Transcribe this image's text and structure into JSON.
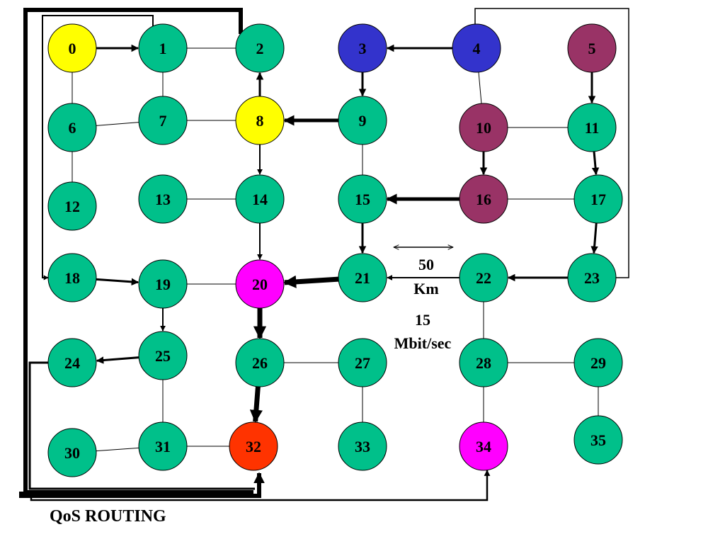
{
  "caption": "QoS ROUTING",
  "scale": {
    "distance": "50",
    "distance_unit": "Km",
    "bandwidth": "15",
    "bandwidth_unit": "Mbit/sec"
  },
  "colors": {
    "default": "#00c08a",
    "yellow": "#ffff00",
    "blue": "#3333cc",
    "purple": "#993366",
    "magenta": "#ff00ff",
    "red": "#ff3300"
  },
  "nodes": [
    {
      "id": "0",
      "color": "yellow"
    },
    {
      "id": "1",
      "color": "default"
    },
    {
      "id": "2",
      "color": "default"
    },
    {
      "id": "3",
      "color": "blue"
    },
    {
      "id": "4",
      "color": "blue"
    },
    {
      "id": "5",
      "color": "purple"
    },
    {
      "id": "6",
      "color": "default"
    },
    {
      "id": "7",
      "color": "default"
    },
    {
      "id": "8",
      "color": "yellow"
    },
    {
      "id": "9",
      "color": "default"
    },
    {
      "id": "10",
      "color": "purple"
    },
    {
      "id": "11",
      "color": "default"
    },
    {
      "id": "12",
      "color": "default"
    },
    {
      "id": "13",
      "color": "default"
    },
    {
      "id": "14",
      "color": "default"
    },
    {
      "id": "15",
      "color": "default"
    },
    {
      "id": "16",
      "color": "purple"
    },
    {
      "id": "17",
      "color": "default"
    },
    {
      "id": "18",
      "color": "default"
    },
    {
      "id": "19",
      "color": "default"
    },
    {
      "id": "20",
      "color": "magenta"
    },
    {
      "id": "21",
      "color": "default"
    },
    {
      "id": "22",
      "color": "default"
    },
    {
      "id": "23",
      "color": "default"
    },
    {
      "id": "24",
      "color": "default"
    },
    {
      "id": "25",
      "color": "default"
    },
    {
      "id": "26",
      "color": "default"
    },
    {
      "id": "27",
      "color": "default"
    },
    {
      "id": "28",
      "color": "default"
    },
    {
      "id": "29",
      "color": "default"
    },
    {
      "id": "30",
      "color": "default"
    },
    {
      "id": "31",
      "color": "default"
    },
    {
      "id": "32",
      "color": "red"
    },
    {
      "id": "33",
      "color": "default"
    },
    {
      "id": "34",
      "color": "magenta"
    },
    {
      "id": "35",
      "color": "default"
    }
  ],
  "links": [
    [
      "1",
      "2"
    ],
    [
      "0",
      "6"
    ],
    [
      "1",
      "7"
    ],
    [
      "6",
      "7"
    ],
    [
      "7",
      "8"
    ],
    [
      "6",
      "12"
    ],
    [
      "4",
      "10"
    ],
    [
      "10",
      "11"
    ],
    [
      "9",
      "15"
    ],
    [
      "13",
      "14"
    ],
    [
      "16",
      "17"
    ],
    [
      "19",
      "20"
    ],
    [
      "22",
      "28"
    ],
    [
      "26",
      "27"
    ],
    [
      "28",
      "29"
    ],
    [
      "27",
      "33"
    ],
    [
      "29",
      "35"
    ],
    [
      "28",
      "34"
    ],
    [
      "25",
      "31"
    ],
    [
      "30",
      "31"
    ],
    [
      "31",
      "32"
    ]
  ],
  "routes": [
    {
      "from": "0",
      "to": "1",
      "weight": "medium"
    },
    {
      "from": "8",
      "to": "2",
      "weight": "medium"
    },
    {
      "from": "9",
      "to": "8",
      "weight": "heavy"
    },
    {
      "from": "8",
      "to": "14",
      "weight": "thin"
    },
    {
      "from": "14",
      "to": "20",
      "weight": "thin"
    },
    {
      "from": "4",
      "to": "3",
      "weight": "medium"
    },
    {
      "from": "3",
      "to": "9",
      "weight": "medium"
    },
    {
      "from": "5",
      "to": "11",
      "weight": "medium"
    },
    {
      "from": "10",
      "to": "16",
      "weight": "medium"
    },
    {
      "from": "11",
      "to": "17",
      "weight": "medium"
    },
    {
      "from": "16",
      "to": "15",
      "weight": "heavy"
    },
    {
      "from": "15",
      "to": "21",
      "weight": "medium"
    },
    {
      "from": "17",
      "to": "23",
      "weight": "medium"
    },
    {
      "from": "23",
      "to": "22",
      "weight": "medium"
    },
    {
      "from": "22",
      "to": "21",
      "weight": "thin"
    },
    {
      "from": "21",
      "to": "20",
      "weight": "xheavy"
    },
    {
      "from": "18",
      "to": "19",
      "weight": "medium"
    },
    {
      "from": "19",
      "to": "25",
      "weight": "thin"
    },
    {
      "from": "25",
      "to": "24",
      "weight": "medium"
    },
    {
      "from": "20",
      "to": "26",
      "weight": "xheavy"
    },
    {
      "from": "26",
      "to": "32",
      "weight": "xheavy"
    }
  ]
}
